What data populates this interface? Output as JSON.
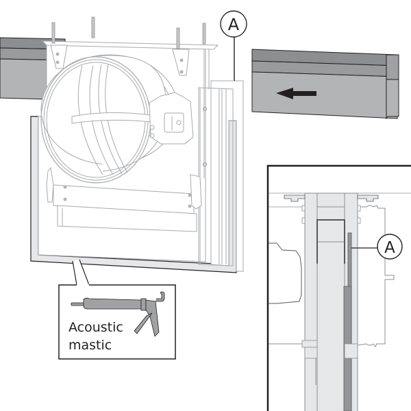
{
  "figure": {
    "type": "installation-diagram",
    "subject": "damper installation in wall opening with acoustic mastic seal",
    "colors": {
      "outline": "#231f20",
      "wall_dark": "#8d8e90",
      "wall_mid": "#a0a1a3",
      "wall_light": "#b3b4b6",
      "mastic": "#e6e7e8",
      "detail_gray": "#9c9d9f",
      "line_gray": "#a7a9ac",
      "seal_strip": "#939598"
    }
  },
  "labels": {
    "marker_main": "A",
    "marker_detail": "A"
  },
  "callout": {
    "line1": "Acoustic",
    "line2": "mastic",
    "tool_icon": "caulking-gun-icon"
  },
  "arrow": {
    "direction": "left",
    "icon": "arrow-left-icon"
  },
  "detail_view": {
    "description": "cross-section detail of seal location A"
  }
}
